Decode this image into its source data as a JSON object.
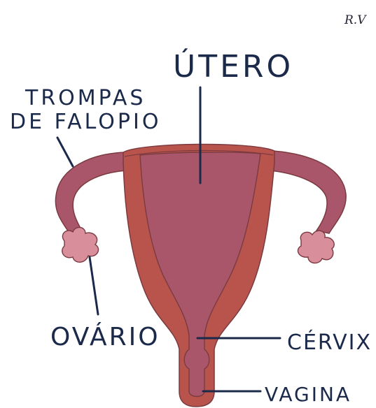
{
  "labels": {
    "utero": "ÚTERO",
    "trompas_line1": "TROMPAS",
    "trompas_line2": "DE FALOPIO",
    "ovario": "OVÁRIO",
    "cervix": "CÉRVIX",
    "vagina": "VAGINA"
  },
  "signature": "R.V",
  "colors": {
    "outer_tissue": "#b9544c",
    "inner_tissue": "#a9566a",
    "ovary": "#d98e9c",
    "outline": "#7a3a40",
    "ink": "#1b2a4a"
  }
}
